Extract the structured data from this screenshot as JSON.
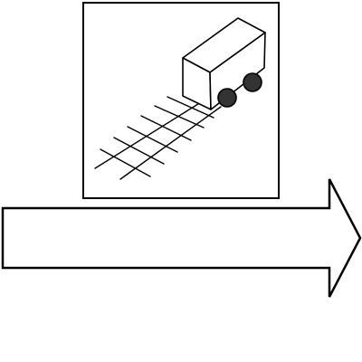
{
  "diagram": {
    "elements": [
      {
        "id": "panel",
        "kind": "framed-illustration",
        "depicts": "boxcar-on-rail-track"
      },
      {
        "id": "arrow",
        "kind": "outlined-block-arrow",
        "direction": "right"
      }
    ]
  },
  "colors": {
    "stroke": "#000000",
    "fill": "#ffffff",
    "wheel": "#333333"
  },
  "icons": {
    "illustration": "train-car-on-track-icon",
    "arrow": "right-arrow-icon"
  }
}
